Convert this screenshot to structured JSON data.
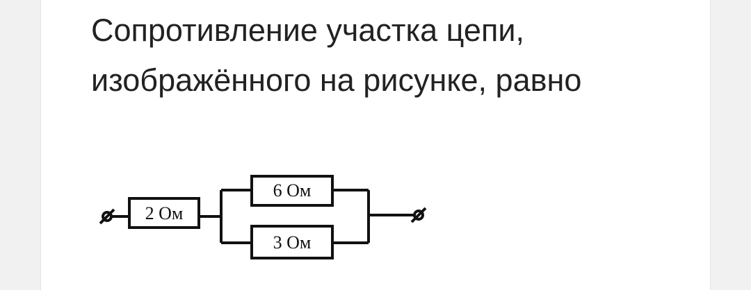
{
  "question": {
    "line1": "Сопротивление участка цепи,",
    "line2": "изображённого на рисунке, равно"
  },
  "circuit": {
    "series_resistor": "2 Ом",
    "parallel_top": "6 Ом",
    "parallel_bottom": "3 Ом"
  }
}
